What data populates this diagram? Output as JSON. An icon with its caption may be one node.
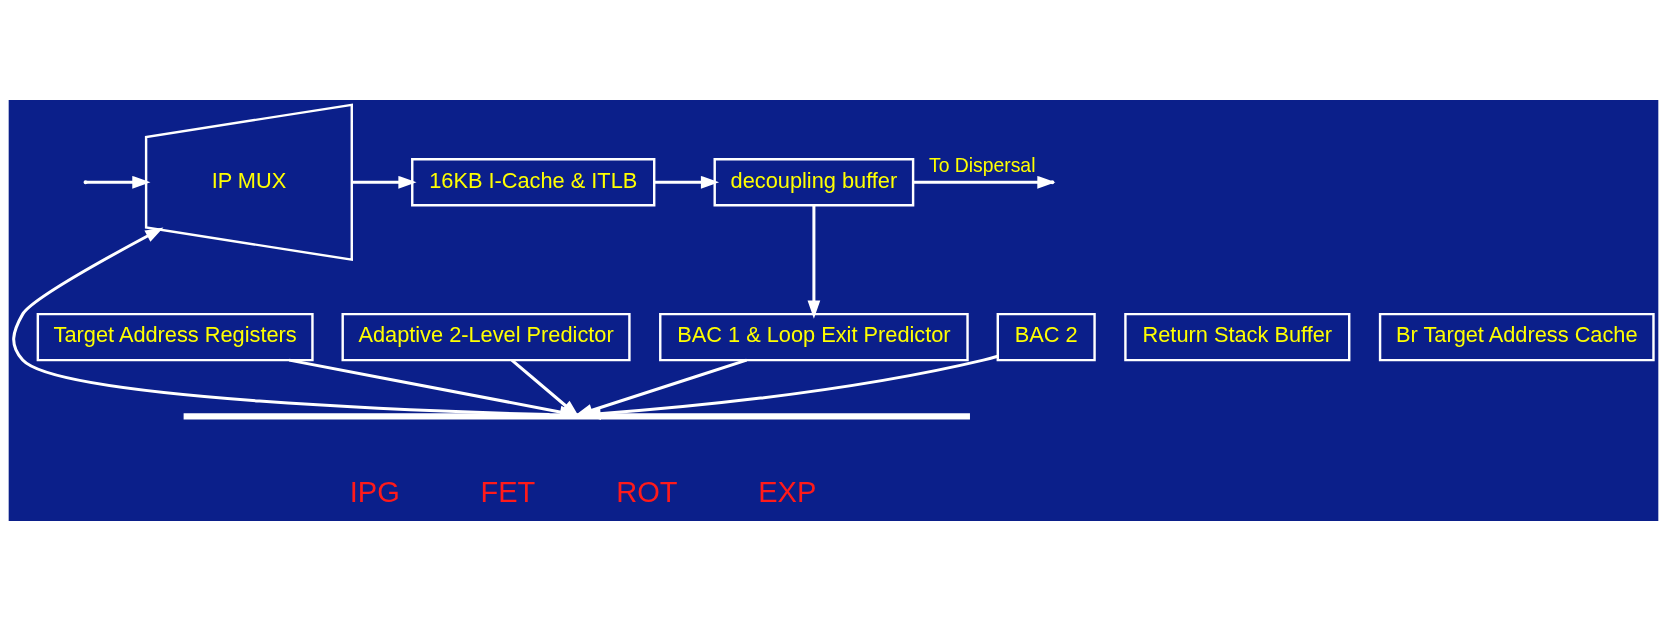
{
  "diagram": {
    "nodes": [
      {
        "text": [
          "IP MUX"
        ]
      },
      {
        "text": [
          "16KB I-Cache & ITLB"
        ]
      },
      {
        "text": [
          "decoupling buffer"
        ]
      },
      {
        "text": [
          "Return Stack Buffer"
        ]
      },
      {
        "text": [
          "Target Address Registers"
        ]
      },
      {
        "text": [
          "Adaptive 2-Level Predictor"
        ]
      },
      {
        "text": [
          "Br Target Address Cache"
        ]
      },
      {
        "text": [
          "BAC 1 & Loop Exit Predictor"
        ]
      },
      {
        "text": [
          "BAC 2"
        ]
      },
      {
        "text": [],
        "shape": "bar"
      }
    ],
    "edges": [
      {
        "from": null,
        "to": 0,
        "arrow": "to"
      },
      {
        "from": 0,
        "to": 1,
        "arrow": "to"
      },
      {
        "from": 1,
        "to": 2,
        "arrow": "to"
      },
      {
        "from": 2,
        "to": null,
        "arrow": "to",
        "label": "To Dispersal"
      },
      {
        "from": 2,
        "to": 7,
        "arrow": "to"
      },
      {
        "from": 4,
        "to": 9,
        "arrow": "to"
      },
      {
        "from": 5,
        "to": 9,
        "arrow": "to"
      },
      {
        "from": 7,
        "to": 9,
        "arrow": "to"
      },
      {
        "from": 8,
        "to": 9,
        "arrow": "to"
      },
      {
        "from": 9,
        "to": 0,
        "arrow": "to"
      }
    ],
    "labels": [
      "IPG",
      "FET",
      "ROT",
      "EXP"
    ]
  }
}
